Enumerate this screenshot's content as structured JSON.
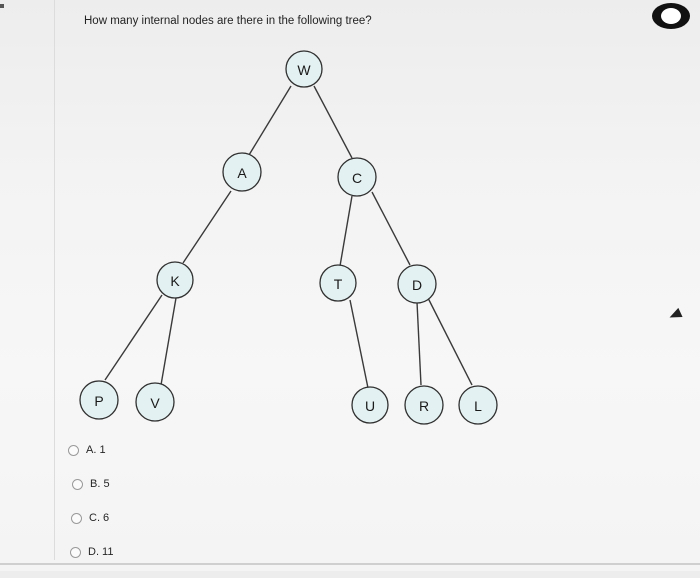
{
  "question": {
    "text": "How many internal nodes are there in the following tree?"
  },
  "tree": {
    "nodes": {
      "W": "W",
      "A": "A",
      "C": "C",
      "K": "K",
      "T": "T",
      "D": "D",
      "P": "P",
      "V": "V",
      "U": "U",
      "R": "R",
      "L": "L"
    }
  },
  "options": [
    {
      "label": "A. 1"
    },
    {
      "label": "B. 5"
    },
    {
      "label": "C. 6"
    },
    {
      "label": "D. 11"
    }
  ],
  "colors": {
    "node_fill": "#e4f1f2",
    "node_stroke": "#303030"
  }
}
